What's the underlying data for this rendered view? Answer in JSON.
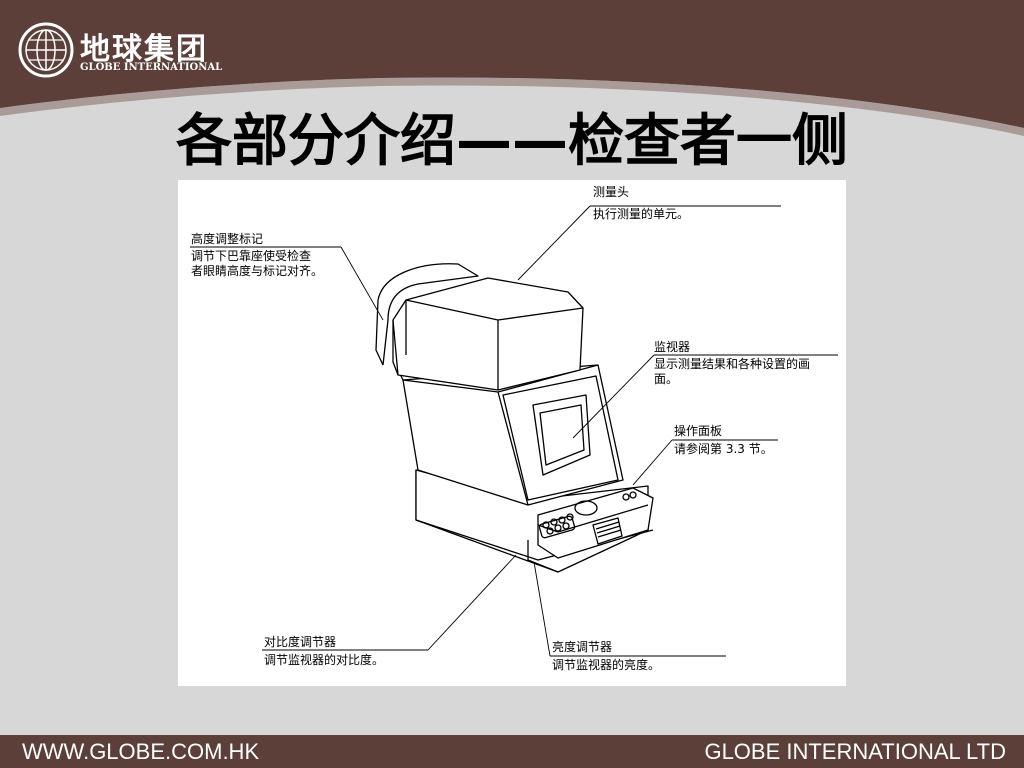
{
  "brand": {
    "name_cn": "地球集团",
    "name_en": "GLOBE INTERNATIONAL"
  },
  "slide": {
    "title": "各部分介绍——检查者一侧"
  },
  "figure": {
    "labels": {
      "measuring_head": {
        "title": "测量头",
        "desc": "执行测量的单元。"
      },
      "height_mark": {
        "title": "高度调整标记",
        "desc1": "调节下巴靠座使受检查",
        "desc2": "者眼睛高度与标记对齐。"
      },
      "monitor": {
        "title": "监视器",
        "desc1": "显示测量结果和各种设置的画",
        "desc2": "面。"
      },
      "control_panel": {
        "title": "操作面板",
        "desc": "请参阅第 3.3 节。"
      },
      "contrast": {
        "title": "对比度调节器",
        "desc": "调节监视器的对比度。"
      },
      "brightness": {
        "title": "亮度调节器",
        "desc": "调节监视器的亮度。"
      }
    }
  },
  "footer": {
    "website": "WWW.GLOBE.COM.HK",
    "company": "GLOBE INTERNATIONAL LTD"
  },
  "colors": {
    "header_brown": "#5b3f38",
    "background": "#d7d7d7"
  }
}
